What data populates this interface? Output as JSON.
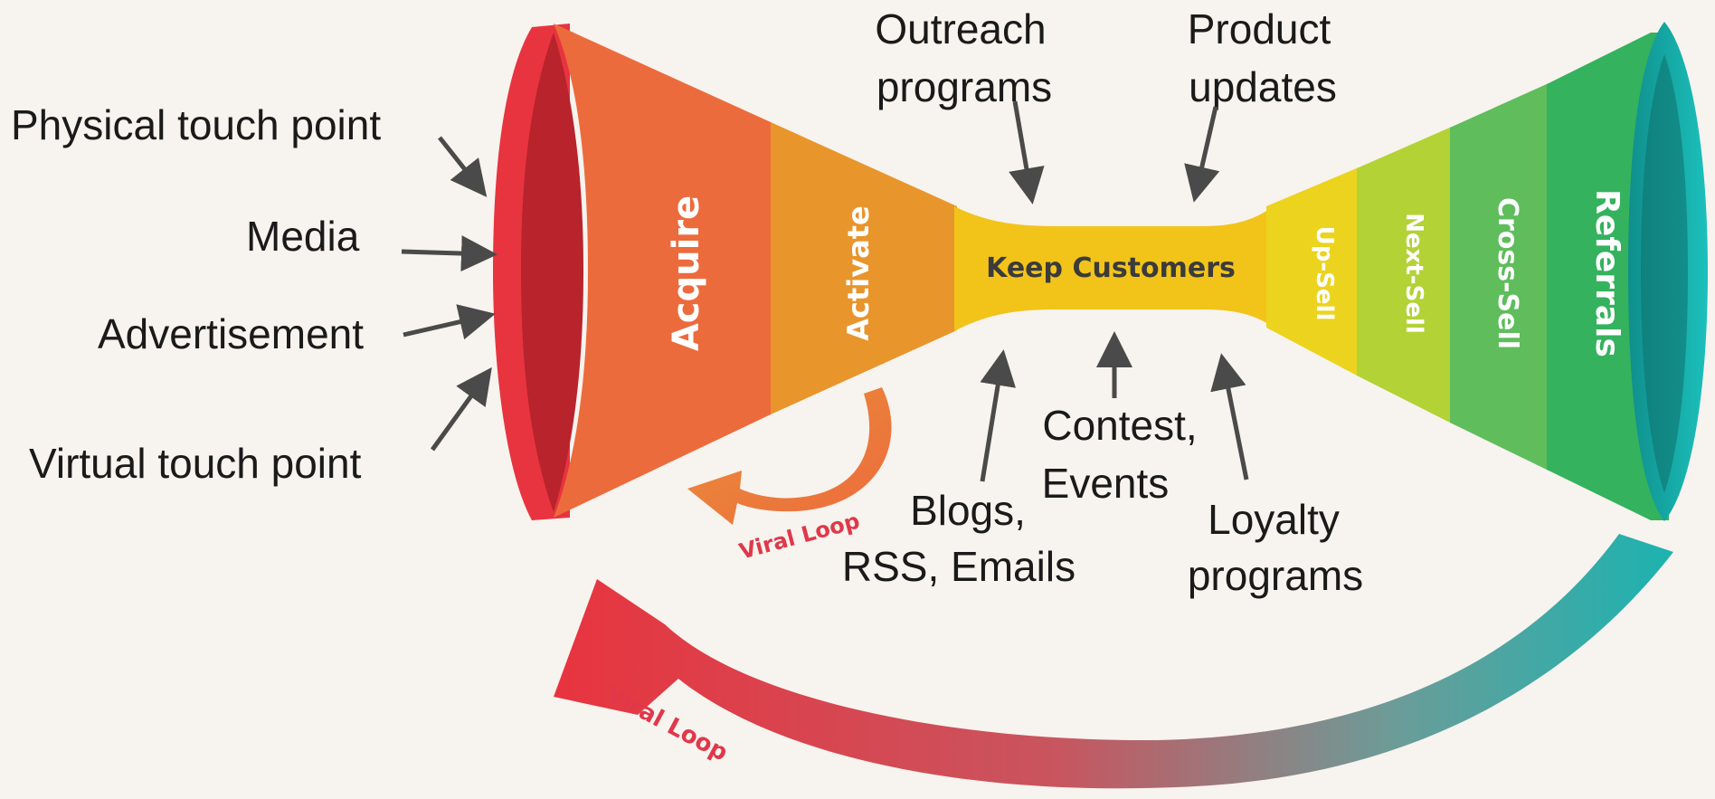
{
  "funnel": {
    "stages": {
      "acquire": "Acquire",
      "activate": "Activate",
      "keep": "Keep Customers",
      "upsell": "Up-Sell",
      "nextsell": "Next-Sell",
      "crosssell": "Cross-Sell",
      "referrals": "Referrals"
    },
    "colors": {
      "red": "#e8343f",
      "orange": "#ec6b3c",
      "amber": "#e8952c",
      "yellow": "#f2c41a",
      "lime": "#b3d236",
      "green": "#4db85a",
      "teal": "#1cb3b0"
    }
  },
  "inputs": {
    "physical": "Physical touch point",
    "media": "Media",
    "advertisement": "Advertisement",
    "virtual": "Virtual touch point"
  },
  "top_annotations": {
    "outreach_line1": "Outreach",
    "outreach_line2": "programs",
    "product_line1": "Product",
    "product_line2": "updates"
  },
  "bottom_annotations": {
    "blogs_line1": "Blogs,",
    "blogs_line2": "RSS, Emails",
    "contest_line1": "Contest,",
    "contest_line2": "Events",
    "loyalty_line1": "Loyalty",
    "loyalty_line2": "programs"
  },
  "loops": {
    "small": "Viral Loop",
    "big": "Viral Loop"
  }
}
